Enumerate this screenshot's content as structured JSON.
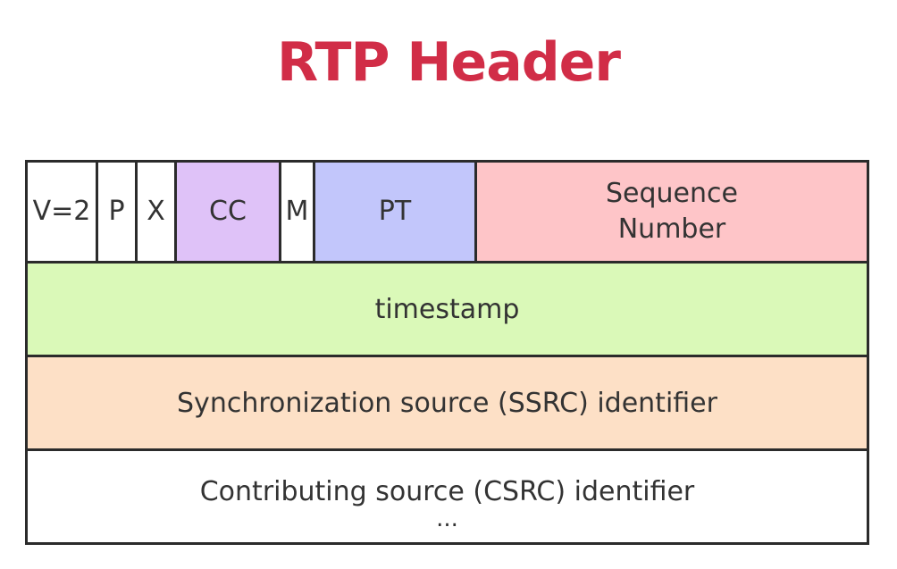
{
  "title": {
    "text": "RTP Header",
    "color": "#d12d47"
  },
  "header_fields": [
    {
      "key": "version",
      "label": "V=2",
      "color": "#ffffff"
    },
    {
      "key": "padding",
      "label": "P",
      "color": "#ffffff"
    },
    {
      "key": "extension",
      "label": "X",
      "color": "#ffffff"
    },
    {
      "key": "csrc_count",
      "label": "CC",
      "color": "#dfc2f8"
    },
    {
      "key": "marker",
      "label": "M",
      "color": "#ffffff"
    },
    {
      "key": "payload_type",
      "label": "PT",
      "color": "#c2c6fb"
    },
    {
      "key": "sequence_number",
      "label": "Sequence\nNumber",
      "color": "#fec5c8"
    }
  ],
  "rows": {
    "timestamp": {
      "label": "timestamp",
      "color": "#daf9b8"
    },
    "ssrc": {
      "label": "Synchronization source (SSRC) identifier",
      "color": "#fde0c6"
    },
    "csrc": {
      "label": "Contributing source (CSRC) identifier",
      "more": "...",
      "color": "#ffffff"
    }
  }
}
